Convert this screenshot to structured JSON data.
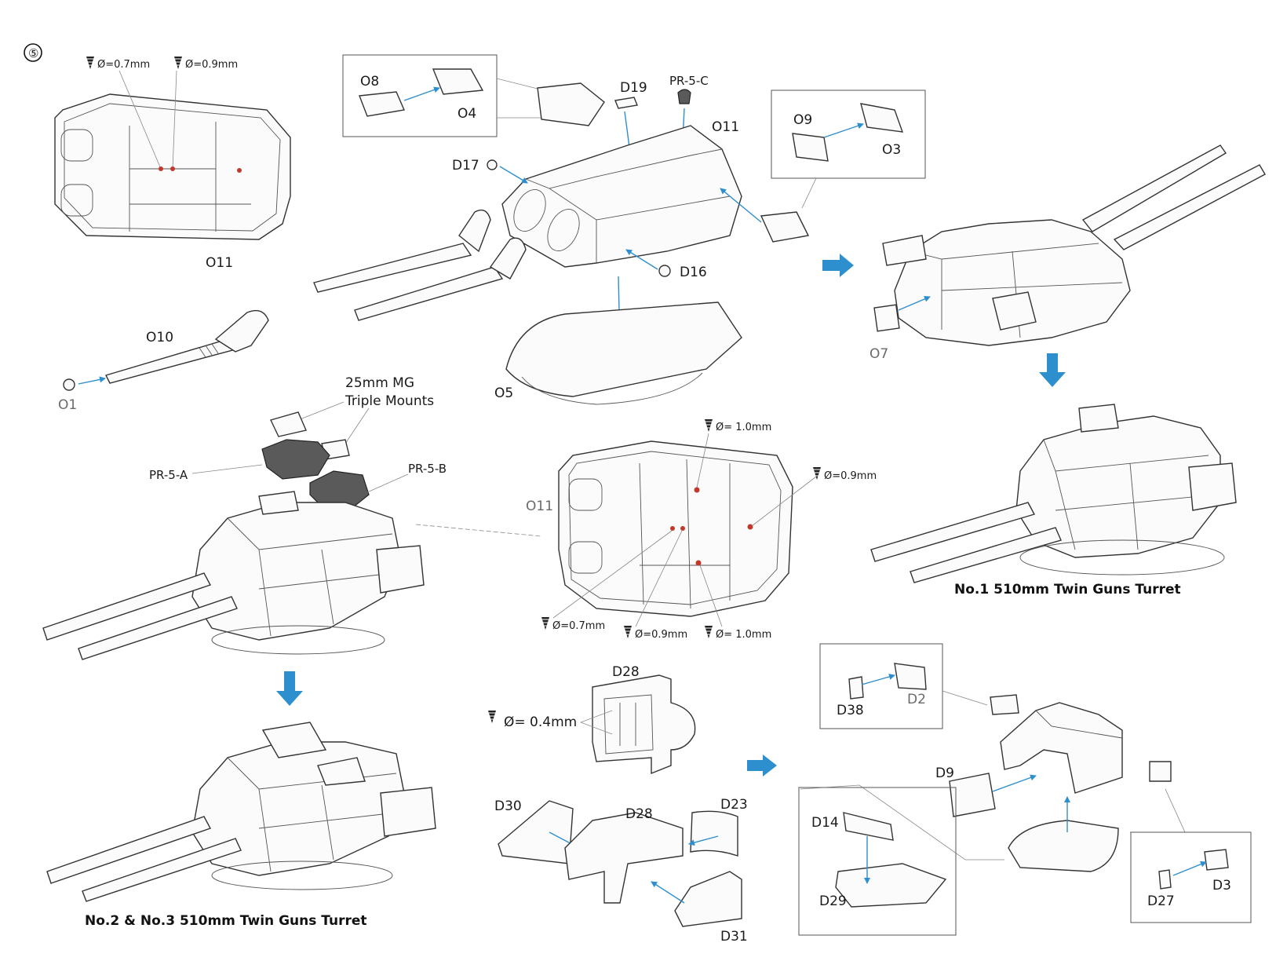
{
  "step_number": "⑤",
  "colors": {
    "arrow_blue": "#2e8fcf",
    "drill_hole": "#c0392b",
    "resin_part": "#5a5a5a"
  },
  "icons": {
    "step_badge": "circled-5-icon",
    "drill_marker": "drill-bit-icon",
    "flow_arrow": "blue-arrow-icon"
  },
  "top_left": {
    "drill_a": "Ø=0.7mm",
    "drill_b": "Ø=0.9mm",
    "part_label": "O11"
  },
  "gun_barrel": {
    "barrel": "O10",
    "tip": "O1"
  },
  "main_assembly": {
    "inset_left": "O8",
    "inset_right": "O4",
    "d19": "D19",
    "pr5c": "PR-5-C",
    "o11": "O11",
    "d17": "D17",
    "d16": "D16",
    "o5": "O5"
  },
  "inset_o9": {
    "left": "O9",
    "right": "O3"
  },
  "no1_turret": {
    "o7": "O7",
    "title": "No.1 510mm Twin Guns Turret"
  },
  "mg_assembly": {
    "mg_title_1": "25mm MG",
    "mg_title_2": "Triple Mounts",
    "pr5a": "PR-5-A",
    "pr5b": "PR-5-B"
  },
  "center_deck": {
    "label": "O11",
    "drill_top": "Ø= 1.0mm",
    "drill_right": "Ø=0.9mm",
    "drill_bl": "Ø=0.7mm",
    "drill_bm": "Ø=0.9mm",
    "drill_br": "Ø= 1.0mm"
  },
  "no23_turret": {
    "title": "No.2 & No.3 510mm Twin Guns Turret"
  },
  "bottom_center": {
    "d28_top": "D28",
    "drill": "Ø= 0.4mm",
    "d30": "D30",
    "d28": "D28",
    "d23": "D23",
    "d31": "D31"
  },
  "bottom_right": {
    "d38": "D38",
    "d2": "D2",
    "d9": "D9",
    "d14": "D14",
    "d29": "D29",
    "d27": "D27",
    "d3": "D3"
  }
}
